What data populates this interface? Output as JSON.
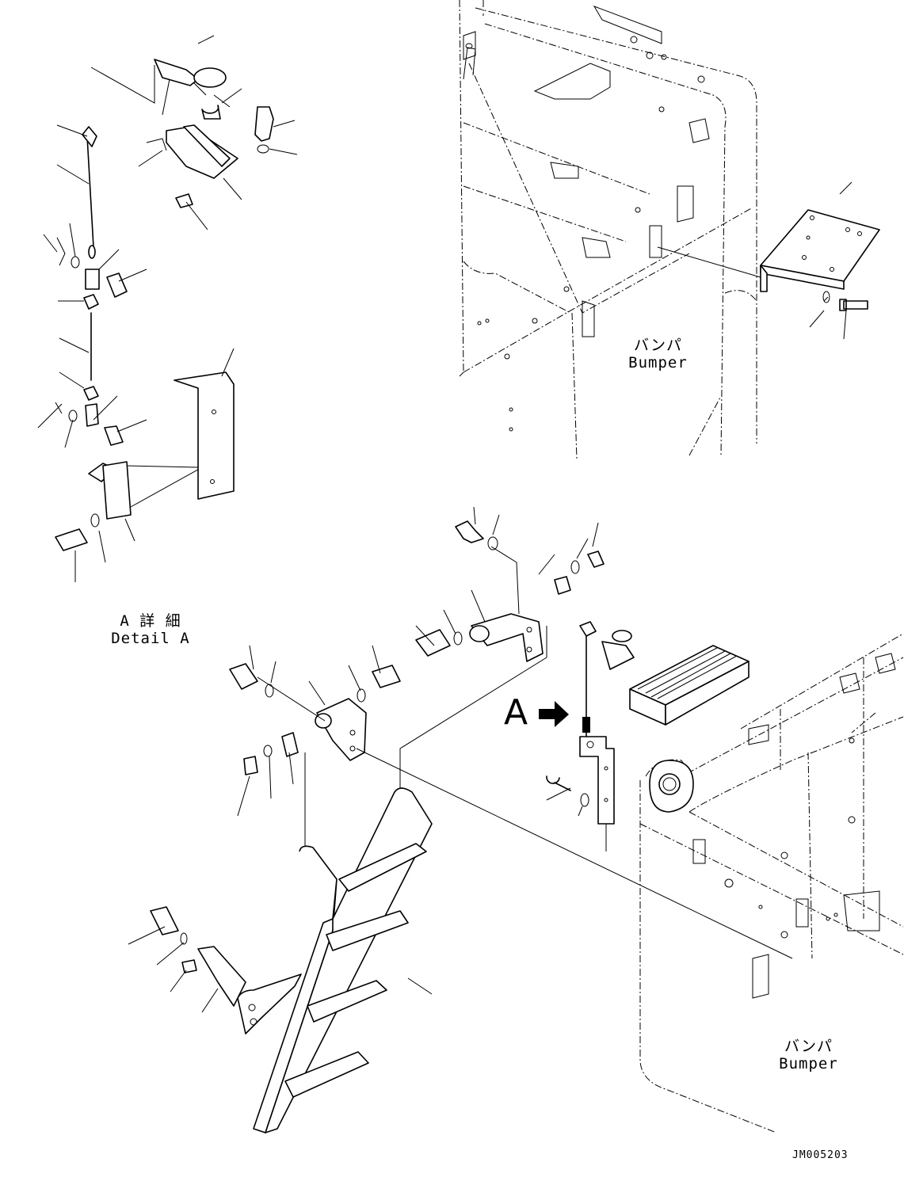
{
  "bumper_label_top": {
    "jp": "バンパ",
    "en": "Bumper"
  },
  "bumper_label_bottom": {
    "jp": "バンパ",
    "en": "Bumper"
  },
  "detail_label": {
    "jp": "A 詳 細",
    "en": "Detail A"
  },
  "view_callout": "A",
  "drawing_number": "JM005203"
}
